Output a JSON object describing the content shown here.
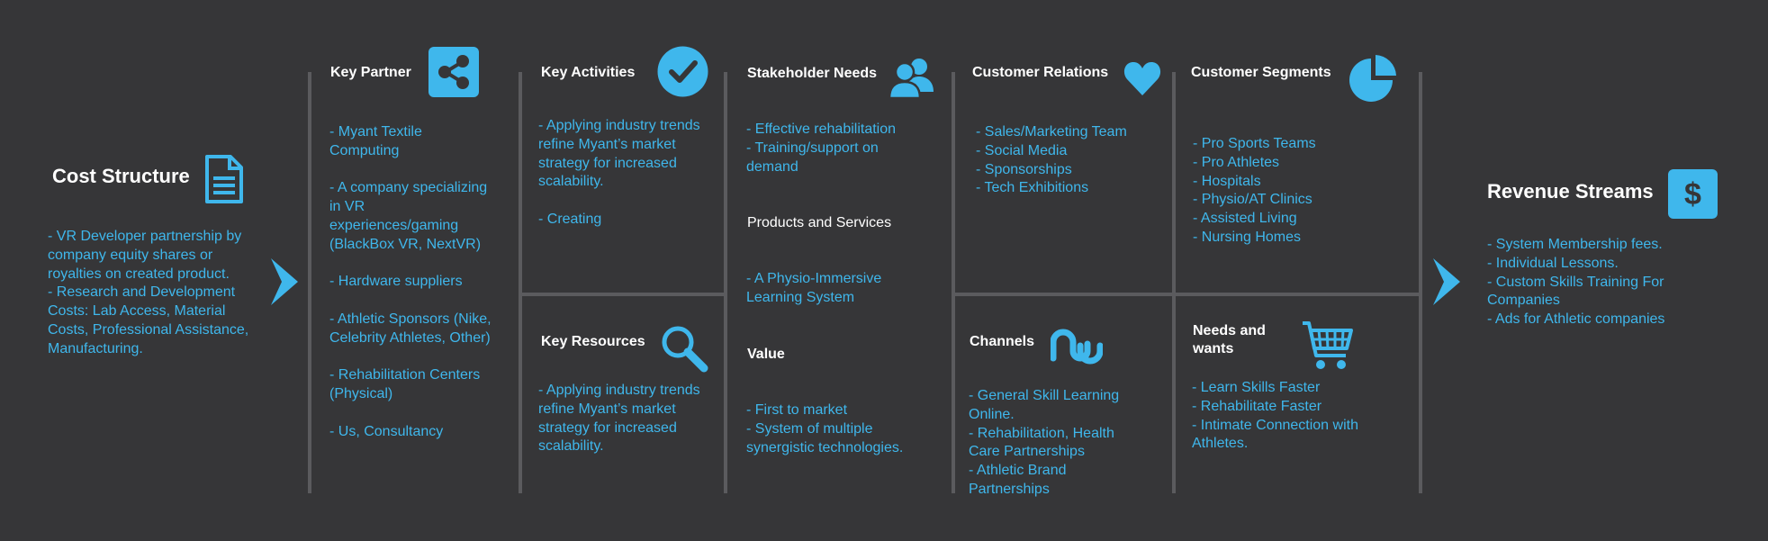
{
  "colors": {
    "background": "#363638",
    "accent": "#3fb7ec",
    "divider": "#5b5b5e",
    "heading": "#ffffff"
  },
  "cost_structure": {
    "title": "Cost Structure",
    "icon": "document-icon",
    "lines": [
      "- VR Developer partnership by company equity shares or royalties on created product.",
      "- Research and Development Costs: Lab Access, Material Costs, Professional Assistance, Manufacturing."
    ]
  },
  "key_partner": {
    "title": "Key Partner",
    "icon": "share-icon",
    "lines": [
      "- Myant Textile\nComputing",
      "",
      "- A company specializing\nin VR\nexperiences/gaming\n(BlackBox VR, NextVR)",
      "",
      "- Hardware suppliers",
      "",
      "- Athletic Sponsors (Nike,\nCelebrity Athletes, Other)",
      "",
      "- Rehabilitation Centers\n(Physical)",
      "",
      "- Us, Consultancy"
    ]
  },
  "key_activities": {
    "title": "Key Activities",
    "icon": "check-circle-icon",
    "lines": [
      "- Applying industry trends\nrefine Myant’s market\nstrategy for increased\nscalability.",
      "",
      "- Creating"
    ]
  },
  "key_resources": {
    "title": "Key Resources",
    "icon": "magnifier-icon",
    "lines": [
      "- Applying industry trends\nrefine Myant’s market\nstrategy for increased\nscalability."
    ]
  },
  "stakeholder": {
    "title": "Stakeholder Needs",
    "icon": "people-icon",
    "needs": [
      "- Effective rehabilitation",
      "- Training/support on\ndemand"
    ],
    "products_heading": "Products and Services",
    "products": [
      "- A Physio-Immersive\nLearning System"
    ],
    "value_heading": "Value",
    "value": [
      "- First to market",
      "- System of multiple\nsynergistic technologies."
    ]
  },
  "customer_relations": {
    "title": "Customer Relations",
    "icon": "heart-icon",
    "lines": [
      "- Sales/Marketing Team",
      "- Social Media",
      "- Sponsorships",
      "- Tech Exhibitions"
    ]
  },
  "channels": {
    "title": "Channels",
    "icon": "stumbleupon-icon",
    "lines": [
      "- General Skill Learning\nOnline.",
      "- Rehabilitation, Health\nCare Partnerships",
      "- Athletic Brand\nPartnerships"
    ]
  },
  "customer_segments": {
    "title": "Customer Segments",
    "icon": "pie-chart-icon",
    "lines": [
      "- Pro Sports Teams",
      "- Pro Athletes",
      "- Hospitals",
      "- Physio/AT Clinics",
      "- Assisted Living",
      "- Nursing Homes"
    ]
  },
  "needs_wants": {
    "title": "Needs and\nwants",
    "icon": "cart-icon",
    "lines": [
      "- Learn Skills Faster",
      "- Rehabilitate Faster",
      "- Intimate Connection with\nAthletes."
    ]
  },
  "revenue_streams": {
    "title": "Revenue Streams",
    "icon": "dollar-icon",
    "lines": [
      "- System Membership fees.",
      "- Individual Lessons.",
      "- Custom Skills Training For\nCompanies",
      "- Ads for Athletic companies"
    ]
  }
}
